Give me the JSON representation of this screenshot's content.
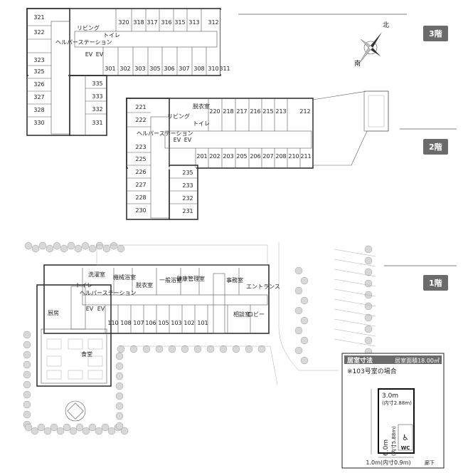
{
  "floors": {
    "f3": {
      "badge": "3階"
    },
    "f2": {
      "badge": "2階"
    },
    "f1": {
      "badge": "1階"
    }
  },
  "compass": {
    "north": "北",
    "south": "南"
  },
  "f3": {
    "top_rooms": [
      "320",
      "318",
      "317",
      "316",
      "315",
      "313",
      "312"
    ],
    "left_rooms": [
      "321",
      "322",
      "323",
      "325",
      "326",
      "327",
      "328",
      "330"
    ],
    "bottom_rooms": [
      "301",
      "302",
      "303",
      "305",
      "306",
      "307",
      "308",
      "310",
      "311"
    ],
    "inner_rooms": [
      "335",
      "333",
      "332",
      "331"
    ],
    "living": "リビング",
    "toilet": "トイレ",
    "helper": "ヘルパーステーション",
    "ev1": "EV",
    "ev2": "EV"
  },
  "f2": {
    "top_rooms": [
      "220",
      "218",
      "217",
      "216",
      "215",
      "213",
      "212"
    ],
    "left_rooms": [
      "221",
      "222",
      "223",
      "225",
      "226",
      "227",
      "228",
      "230"
    ],
    "bottom_rooms": [
      "201",
      "202",
      "203",
      "205",
      "206",
      "207",
      "208",
      "210",
      "211"
    ],
    "inner_rooms": [
      "235",
      "233",
      "232",
      "231"
    ],
    "living": "リビング",
    "dressing": "脱衣室",
    "toilet": "トイレ",
    "helper": "ヘルパーステーション",
    "ev1": "EV",
    "ev2": "EV"
  },
  "f1": {
    "rooms": [
      "110",
      "108",
      "107",
      "106",
      "105",
      "103",
      "102",
      "101"
    ],
    "laundry": "洗濯室",
    "machine_bath": "機械浴室",
    "dressing": "脱衣室",
    "general_bath": "一般浴室",
    "health": "健康管理室",
    "office": "事務室",
    "toilet": "トイレ",
    "helper": "ヘルパーステーション",
    "kitchen": "厨房",
    "dining": "食堂",
    "entrance": "エントランス",
    "consult": "相談室",
    "lobby": "ロビー",
    "ev1": "EV",
    "ev2": "EV"
  },
  "dimension_box": {
    "title": "居室寸法",
    "area": "居室面積18.00㎡",
    "note": "※103号室の場合",
    "width": "3.0m",
    "width_inner": "(内寸2.88m)",
    "depth": "6.0m",
    "depth_inner": "(内寸5.88m)",
    "door": "1.0m(内寸0.9m)",
    "corridor": "廊下",
    "wc": "WC"
  }
}
